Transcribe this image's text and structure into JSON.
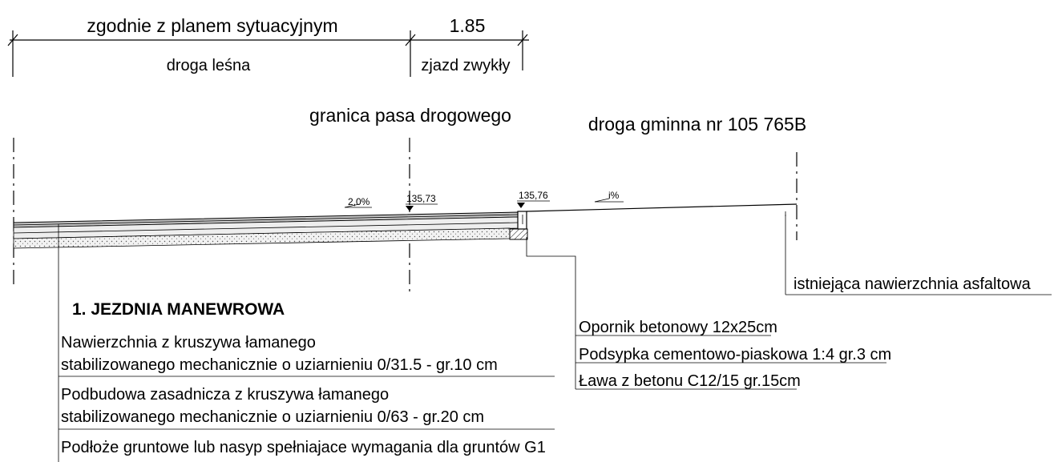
{
  "dimensions": {
    "left_label": "zgodnie z planem sytuacyjnym",
    "left_sublabel": "droga leśna",
    "right_value": "1.85",
    "right_sublabel": "zjazd zwykły"
  },
  "boundary_label": "granica pasa drogowego",
  "road_label": "droga gminna nr 105 765B",
  "slopes": {
    "left": "2,0%",
    "right": "i%"
  },
  "elevations": {
    "axis": "135,73",
    "curb": "135,76"
  },
  "existing_surface_label": "istniejąca nawierzchnia asfaltowa",
  "curb_layers": [
    "Opornik betonowy 12x25cm",
    "Podsypka cementowo-piaskowa 1:4 gr.3 cm",
    "Ława z betonu C12/15 gr.15cm"
  ],
  "section": {
    "title": "1. JEZDNIA MANEWROWA",
    "layers": [
      {
        "line1": "Nawierzchnia z kruszywa łamanego",
        "line2": "stabilizowanego mechanicznie o uziarnieniu 0/31.5  - gr.10 cm"
      },
      {
        "line1": "Podbudowa zasadnicza z kruszywa łamanego",
        "line2": "stabilizowanego mechanicznie o uziarnieniu 0/63  - gr.20 cm"
      },
      {
        "line1": "Podłoże gruntowe lub nasyp spełniajace wymagania dla gruntów G1",
        "line2": ""
      }
    ]
  },
  "colors": {
    "line": "#000000",
    "fill_gray": "#c8c8c8",
    "fill_light": "#eeeeee"
  }
}
